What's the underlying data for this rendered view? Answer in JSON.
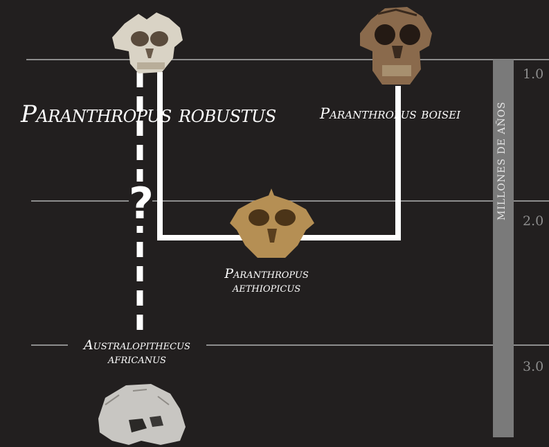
{
  "species": {
    "robustus": "Paranthropus robustus",
    "boisei": "Paranthropus boisei",
    "aethiopicus_line1": "Paranthropus",
    "aethiopicus_line2": "aethiopicus",
    "africanus_line1": "Australopithecus",
    "africanus_line2": "africanus"
  },
  "time_axis": {
    "label": "MILLONES DE AÑOS",
    "ticks": [
      "1.0",
      "2.0",
      "3.0"
    ]
  },
  "uncertain_marker": "?",
  "skulls": {
    "robustus": "robustus-skull-icon",
    "boisei": "boisei-skull-icon",
    "aethiopicus": "aethiopicus-skull-icon",
    "africanus": "africanus-skull-icon"
  },
  "colors": {
    "background": "#221f1f",
    "lines": "#ffffff",
    "gridlines": "#8d8d8d",
    "time_bar": "#7a7a7a"
  }
}
